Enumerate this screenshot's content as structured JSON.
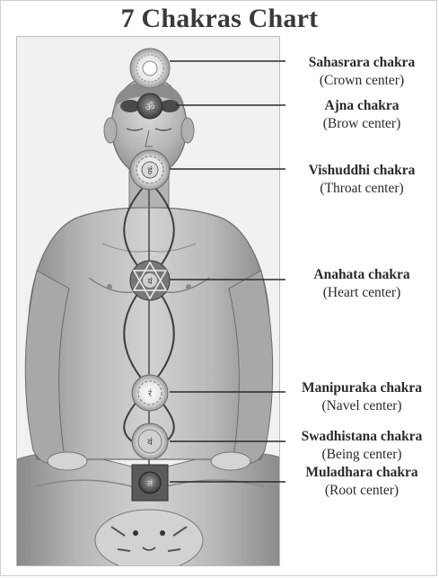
{
  "title": "7 Chakras Chart",
  "chakras": [
    {
      "name": "Sahasrara chakra",
      "center": "(Crown center)",
      "glyph": ""
    },
    {
      "name": "Ajna chakra",
      "center": "(Brow center)",
      "glyph": "ॐ"
    },
    {
      "name": "Vishuddhi chakra",
      "center": "(Throat center)",
      "glyph": "हं"
    },
    {
      "name": "Anahata chakra",
      "center": "(Heart center)",
      "glyph": "यं"
    },
    {
      "name": "Manipuraka chakra",
      "center": "(Navel center)",
      "glyph": "रं"
    },
    {
      "name": "Swadhistana chakra",
      "center": "(Being center)",
      "glyph": "वं"
    },
    {
      "name": "Muladhara chakra",
      "center": "(Root center)",
      "glyph": "लं"
    }
  ]
}
